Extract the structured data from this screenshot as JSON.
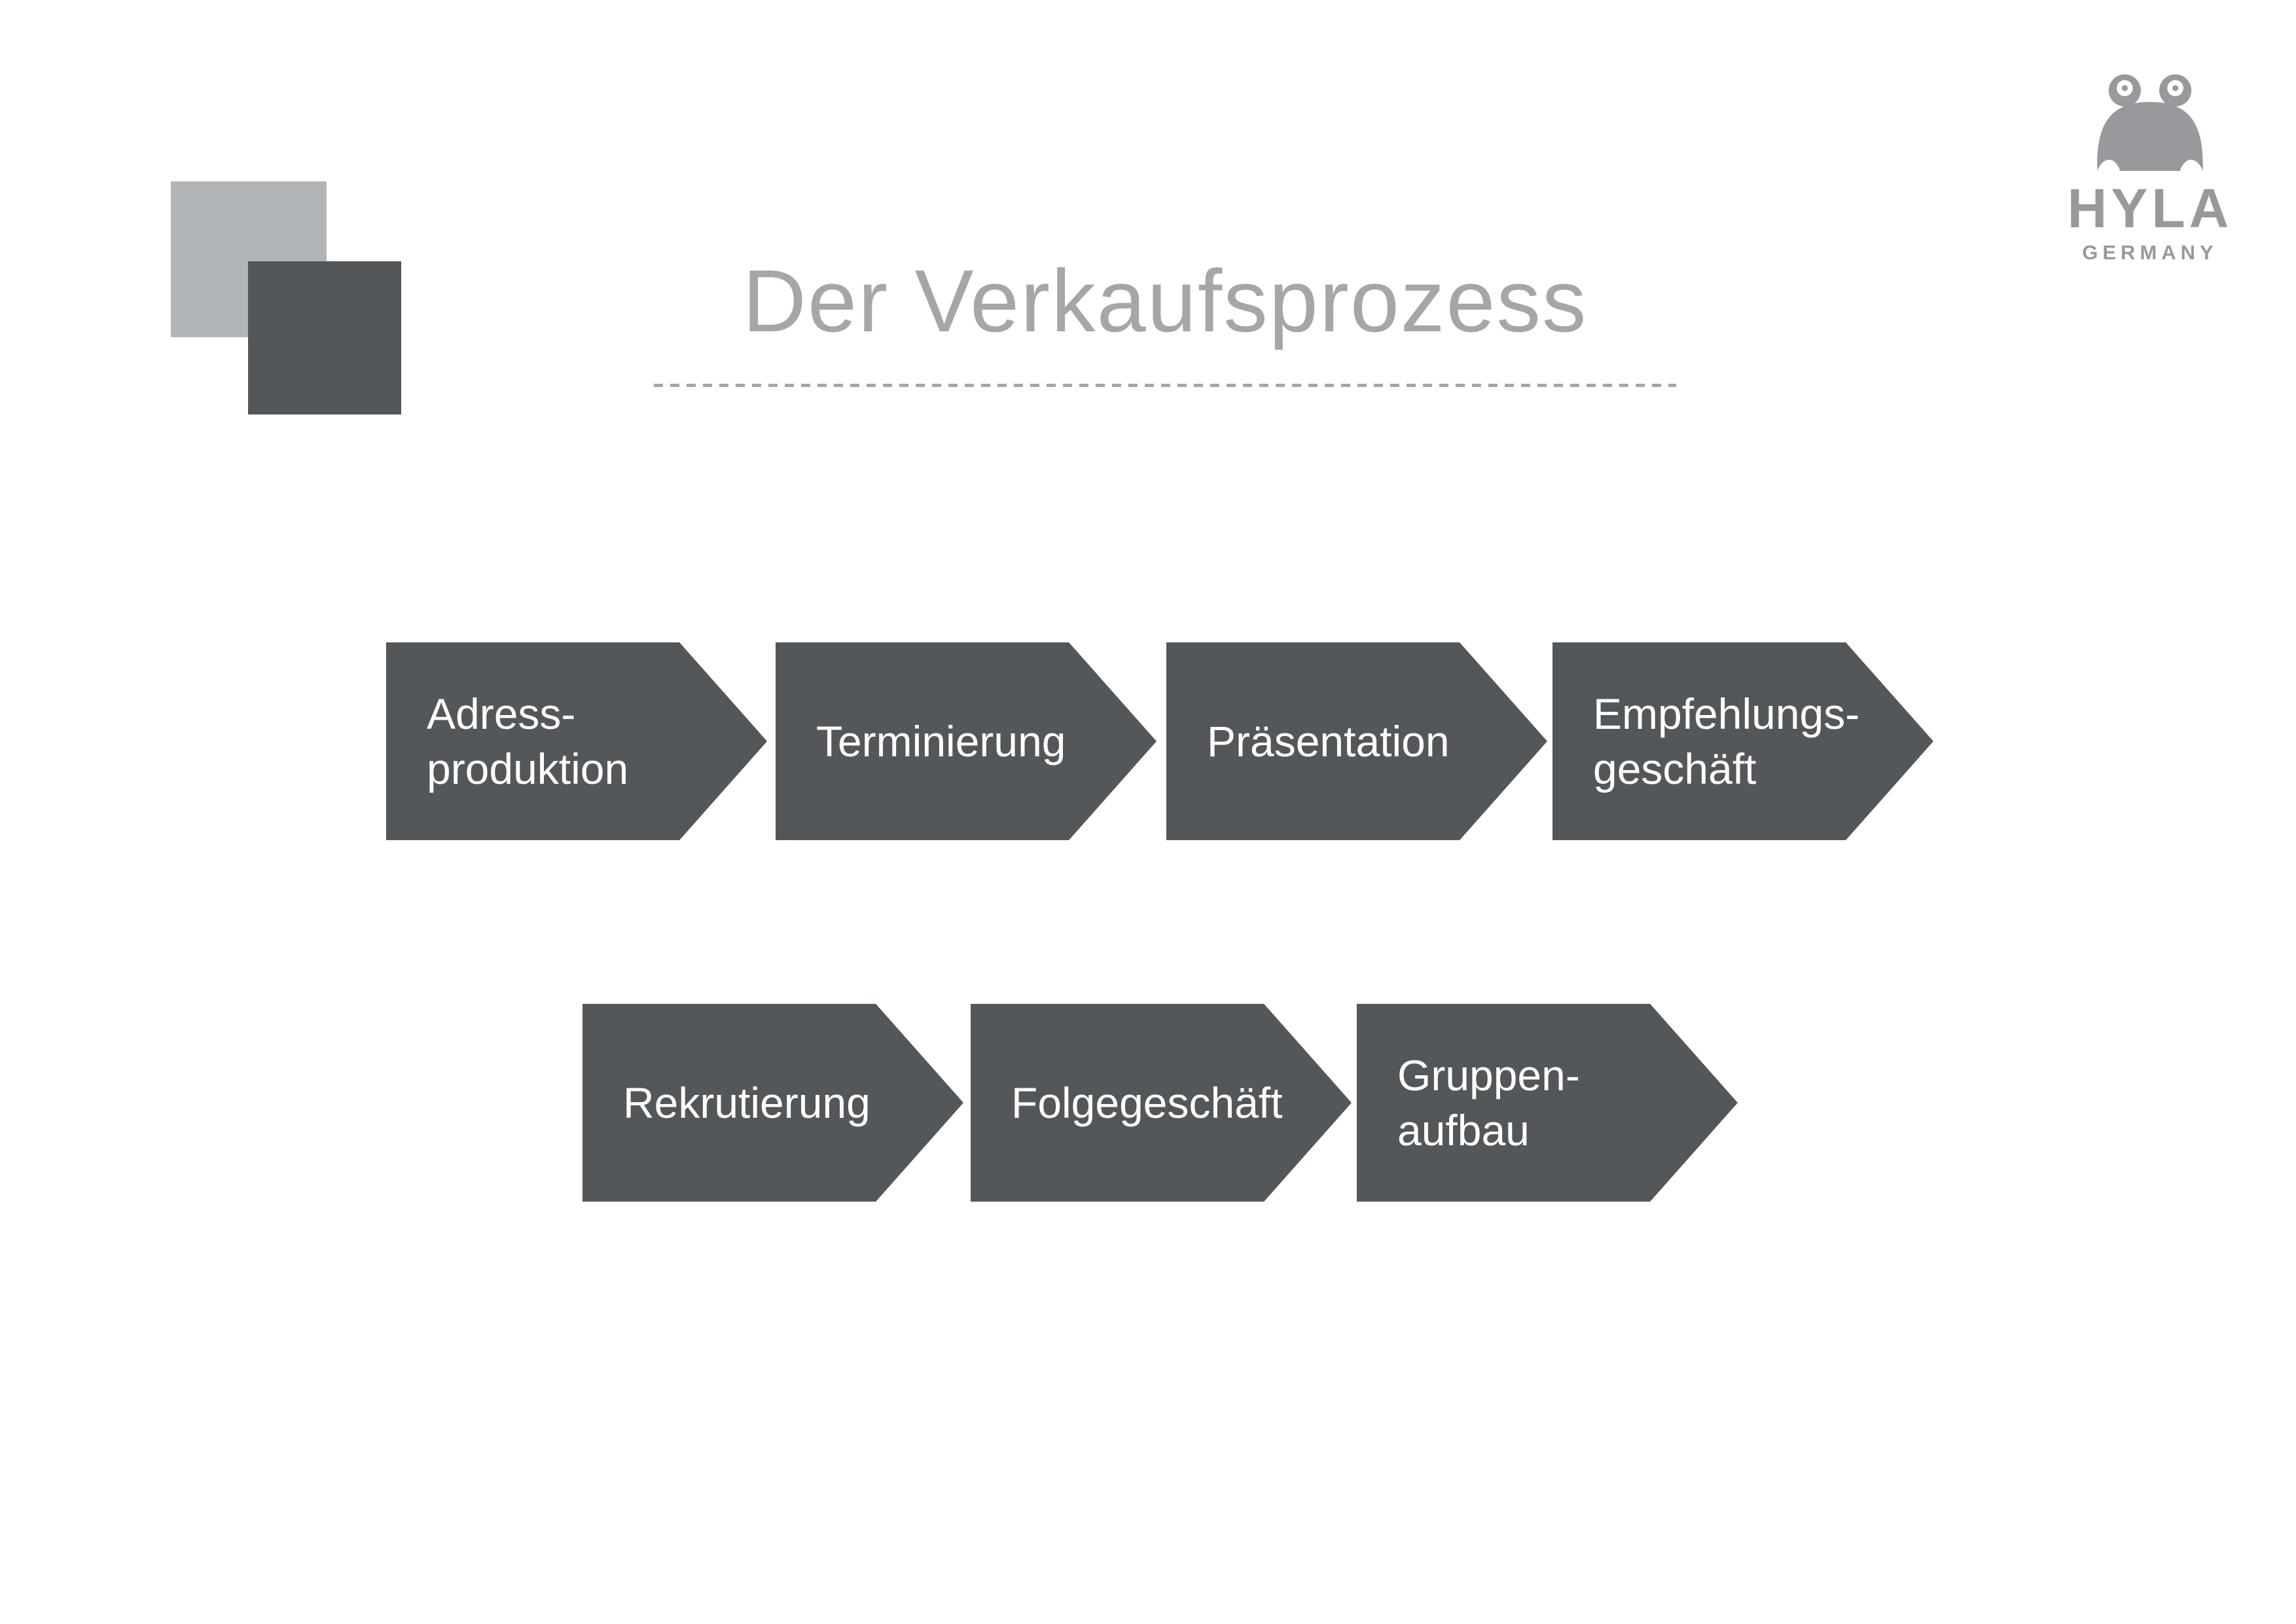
{
  "header": {
    "title": "Der Verkaufsprozess"
  },
  "logo": {
    "brand": "HYLA",
    "country": "GERMANY"
  },
  "colors": {
    "arrow_fill": "#54575a",
    "title_gray": "#a4a6a9",
    "square_light": "#b2b5b8",
    "square_dark": "#54575a",
    "text_on_arrow": "#ffffff",
    "logo_gray": "#97999c"
  },
  "diagram": {
    "type": "process-flow",
    "row1": {
      "step1": "Adress-\nproduktion",
      "step2": "Terminierung",
      "step3": "Präsentation",
      "step4": "Empfehlungs-\ngeschäft"
    },
    "row2": {
      "step1": "Rekrutierung",
      "step2": "Folgegeschäft",
      "step3": "Gruppen-\naufbau"
    }
  }
}
